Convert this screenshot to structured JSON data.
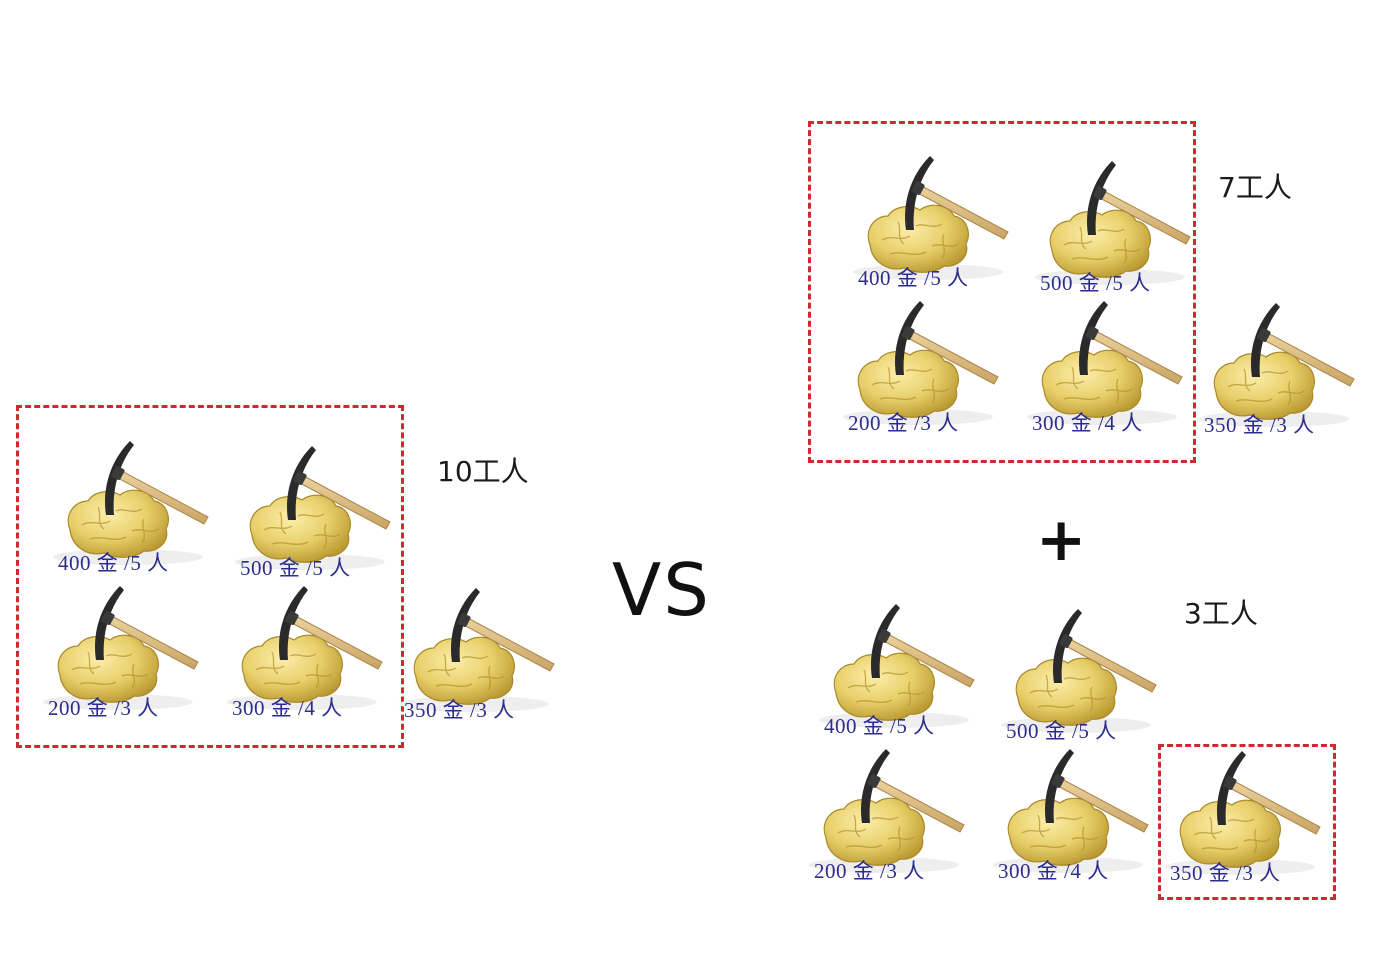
{
  "scenario_left": {
    "workers_label": "10工人",
    "mines": [
      {
        "label": "400 金 /5 人"
      },
      {
        "label": "500 金 /5 人"
      },
      {
        "label": "200 金 /3 人"
      },
      {
        "label": "300 金 /4 人"
      },
      {
        "label": "350 金 /3 人"
      }
    ]
  },
  "vs_label": "VS",
  "plus_label": "+",
  "scenario_right_top": {
    "workers_label": "7工人",
    "mines": [
      {
        "label": "400 金 /5 人"
      },
      {
        "label": "500 金 /5 人"
      },
      {
        "label": "200 金 /3 人"
      },
      {
        "label": "300 金 /4 人"
      },
      {
        "label": "350 金 /3 人"
      }
    ]
  },
  "scenario_right_bottom": {
    "workers_label": "3工人",
    "mines": [
      {
        "label": "400 金 /5 人"
      },
      {
        "label": "500 金 /5 人"
      },
      {
        "label": "200 金 /3 人"
      },
      {
        "label": "300 金 /4 人"
      },
      {
        "label": "350 金 /3 人"
      }
    ]
  },
  "colors": {
    "box_border": "#d0282e",
    "label_text": "#2c2c8e",
    "gold": "#e8cf6a",
    "pick_handle": "#d8b77a",
    "pick_head": "#2a2a2a"
  }
}
